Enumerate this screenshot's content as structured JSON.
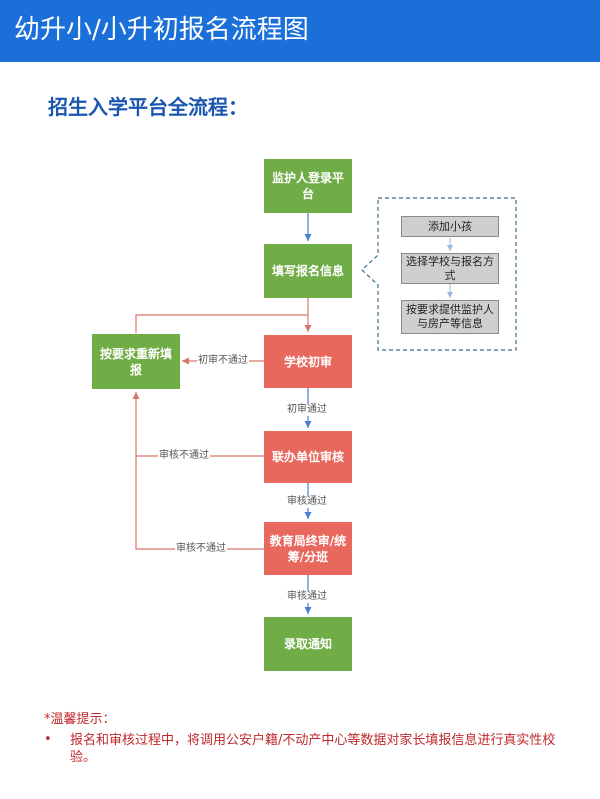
{
  "header": {
    "title": "幼升小/小升初报名流程图"
  },
  "section_title": "招生入学平台全流程：",
  "nodes": {
    "login": "监护人登录平台",
    "fill": "填写报名信息",
    "initial_review": "学校初审",
    "joint_review": "联办单位审核",
    "final_review": "教育局终审/统筹/分班",
    "admission": "录取通知",
    "resubmit": "按要求重新填报"
  },
  "sub_steps": {
    "add_child": "添加小孩",
    "choose_school": "选择学校与报名方式",
    "provide_info": "按要求提供监护人与房产等信息"
  },
  "edge_labels": {
    "initial_fail": "初审不通过",
    "initial_pass": "初审通过",
    "review_fail_1": "审核不通过",
    "review_pass_1": "审核通过",
    "review_fail_2": "审核不通过",
    "review_pass_2": "审核通过"
  },
  "notes": {
    "title": "*温馨提示：",
    "bullet": "•",
    "text": "报名和审核过程中，将调用公安户籍/不动产中心等数据对家长填报信息进行真实性校验。"
  },
  "colors": {
    "header": "#1a6fd8",
    "green": "#70ad47",
    "red": "#e8685e",
    "arrow": "#4a7fd4",
    "note": "#c0292b"
  }
}
